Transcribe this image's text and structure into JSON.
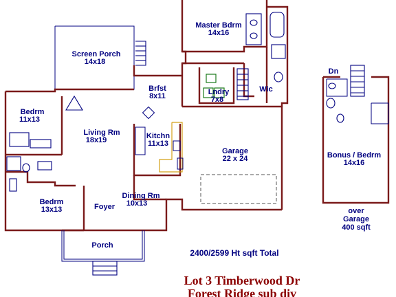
{
  "rooms": {
    "master_bdrm": {
      "name": "Master Bdrm",
      "size": "14x16"
    },
    "screen_porch": {
      "name": "Screen Porch",
      "size": "14x18"
    },
    "brfst": {
      "name": "Brfst",
      "size": "8x11"
    },
    "lndry": {
      "name": "Lndry",
      "size": "7x8"
    },
    "wic": {
      "name": "Wic"
    },
    "bedrm_left": {
      "name": "Bedrm",
      "size": "11x13"
    },
    "living_rm": {
      "name": "Living Rm",
      "size": "18x19"
    },
    "kitchn": {
      "name": "Kitchn",
      "size": "11x13"
    },
    "garage": {
      "name": "Garage",
      "size": "22 x 24"
    },
    "bedrm_bottom": {
      "name": "Bedrm",
      "size": "13x13"
    },
    "dining_rm": {
      "name": "Dining Rm",
      "size": "10x13"
    },
    "foyer": {
      "name": "Foyer"
    },
    "porch": {
      "name": "Porch"
    },
    "dn": {
      "name": "Dn"
    },
    "bonus_bedrm": {
      "name": "Bonus / Bedrm",
      "size": "14x16"
    }
  },
  "over_garage": {
    "line1": "over",
    "line2": "Garage",
    "line3": "400 sqft"
  },
  "sqft_total": "2400/2599 Ht sqft Total",
  "title": {
    "line1": "Lot 3  Timberwood Dr",
    "line2": "Forest Ridge  sub div"
  },
  "colors": {
    "wall": "#7a1a1a",
    "label": "#000080",
    "title": "#8b0000",
    "counter": "#d4a017"
  }
}
